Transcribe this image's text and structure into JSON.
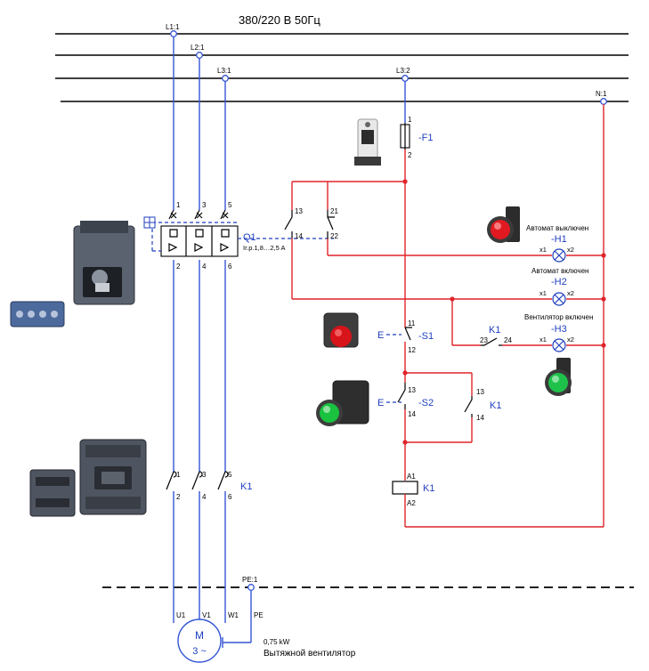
{
  "header": {
    "supply": "380/220 В 50Гц"
  },
  "buses": [
    {
      "id": "L1",
      "label": "L1:1"
    },
    {
      "id": "L2",
      "label": "L2:1"
    },
    {
      "id": "L3",
      "label": "L3:1"
    },
    {
      "id": "L3b",
      "label": "L3:2"
    },
    {
      "id": "N",
      "label": "N:1"
    },
    {
      "id": "PE",
      "label": "PE:1"
    }
  ],
  "breaker": {
    "name": "Q1",
    "spec": "Ir.p.1,8…2,5 A",
    "pins_top": [
      "1",
      "3",
      "5"
    ],
    "pins_bottom": [
      "2",
      "4",
      "6"
    ],
    "aux1": [
      "13",
      "14"
    ],
    "aux2": [
      "21",
      "22"
    ]
  },
  "fuse": {
    "name": "-F1",
    "pin_top": "1",
    "pin_bottom": "2"
  },
  "contactor": {
    "name": "K1",
    "pins_top": [
      "1",
      "3",
      "5"
    ],
    "pins_bottom": [
      "2",
      "4",
      "6"
    ],
    "coil_pins": [
      "A1",
      "A2"
    ],
    "aux_hold": [
      "13",
      "14"
    ],
    "aux_lamp": [
      "23",
      "24"
    ]
  },
  "buttons": {
    "stop": {
      "name": "-S1",
      "actuator": "E",
      "pins": [
        "11",
        "12"
      ]
    },
    "start": {
      "name": "-S2",
      "actuator": "E",
      "pins": [
        "13",
        "14"
      ]
    }
  },
  "lamps": [
    {
      "name": "-H1",
      "caption": "Автомат выключен",
      "pins": [
        "x1",
        "x2"
      ]
    },
    {
      "name": "-H2",
      "caption": "Автомат включен",
      "pins": [
        "x1",
        "x2"
      ]
    },
    {
      "name": "-H3",
      "caption": "Вентилятор включен",
      "pins": [
        "x1",
        "x2"
      ]
    }
  ],
  "motor": {
    "symbol": "M",
    "phases": "3 ~",
    "terminals": [
      "U1",
      "V1",
      "W1",
      "PE"
    ],
    "power": "0,75 kW",
    "description": "Вытяжной вентилятор"
  },
  "colors": {
    "control": "#e0242b",
    "power": "#3555d6",
    "label": "#1f3fbf"
  }
}
